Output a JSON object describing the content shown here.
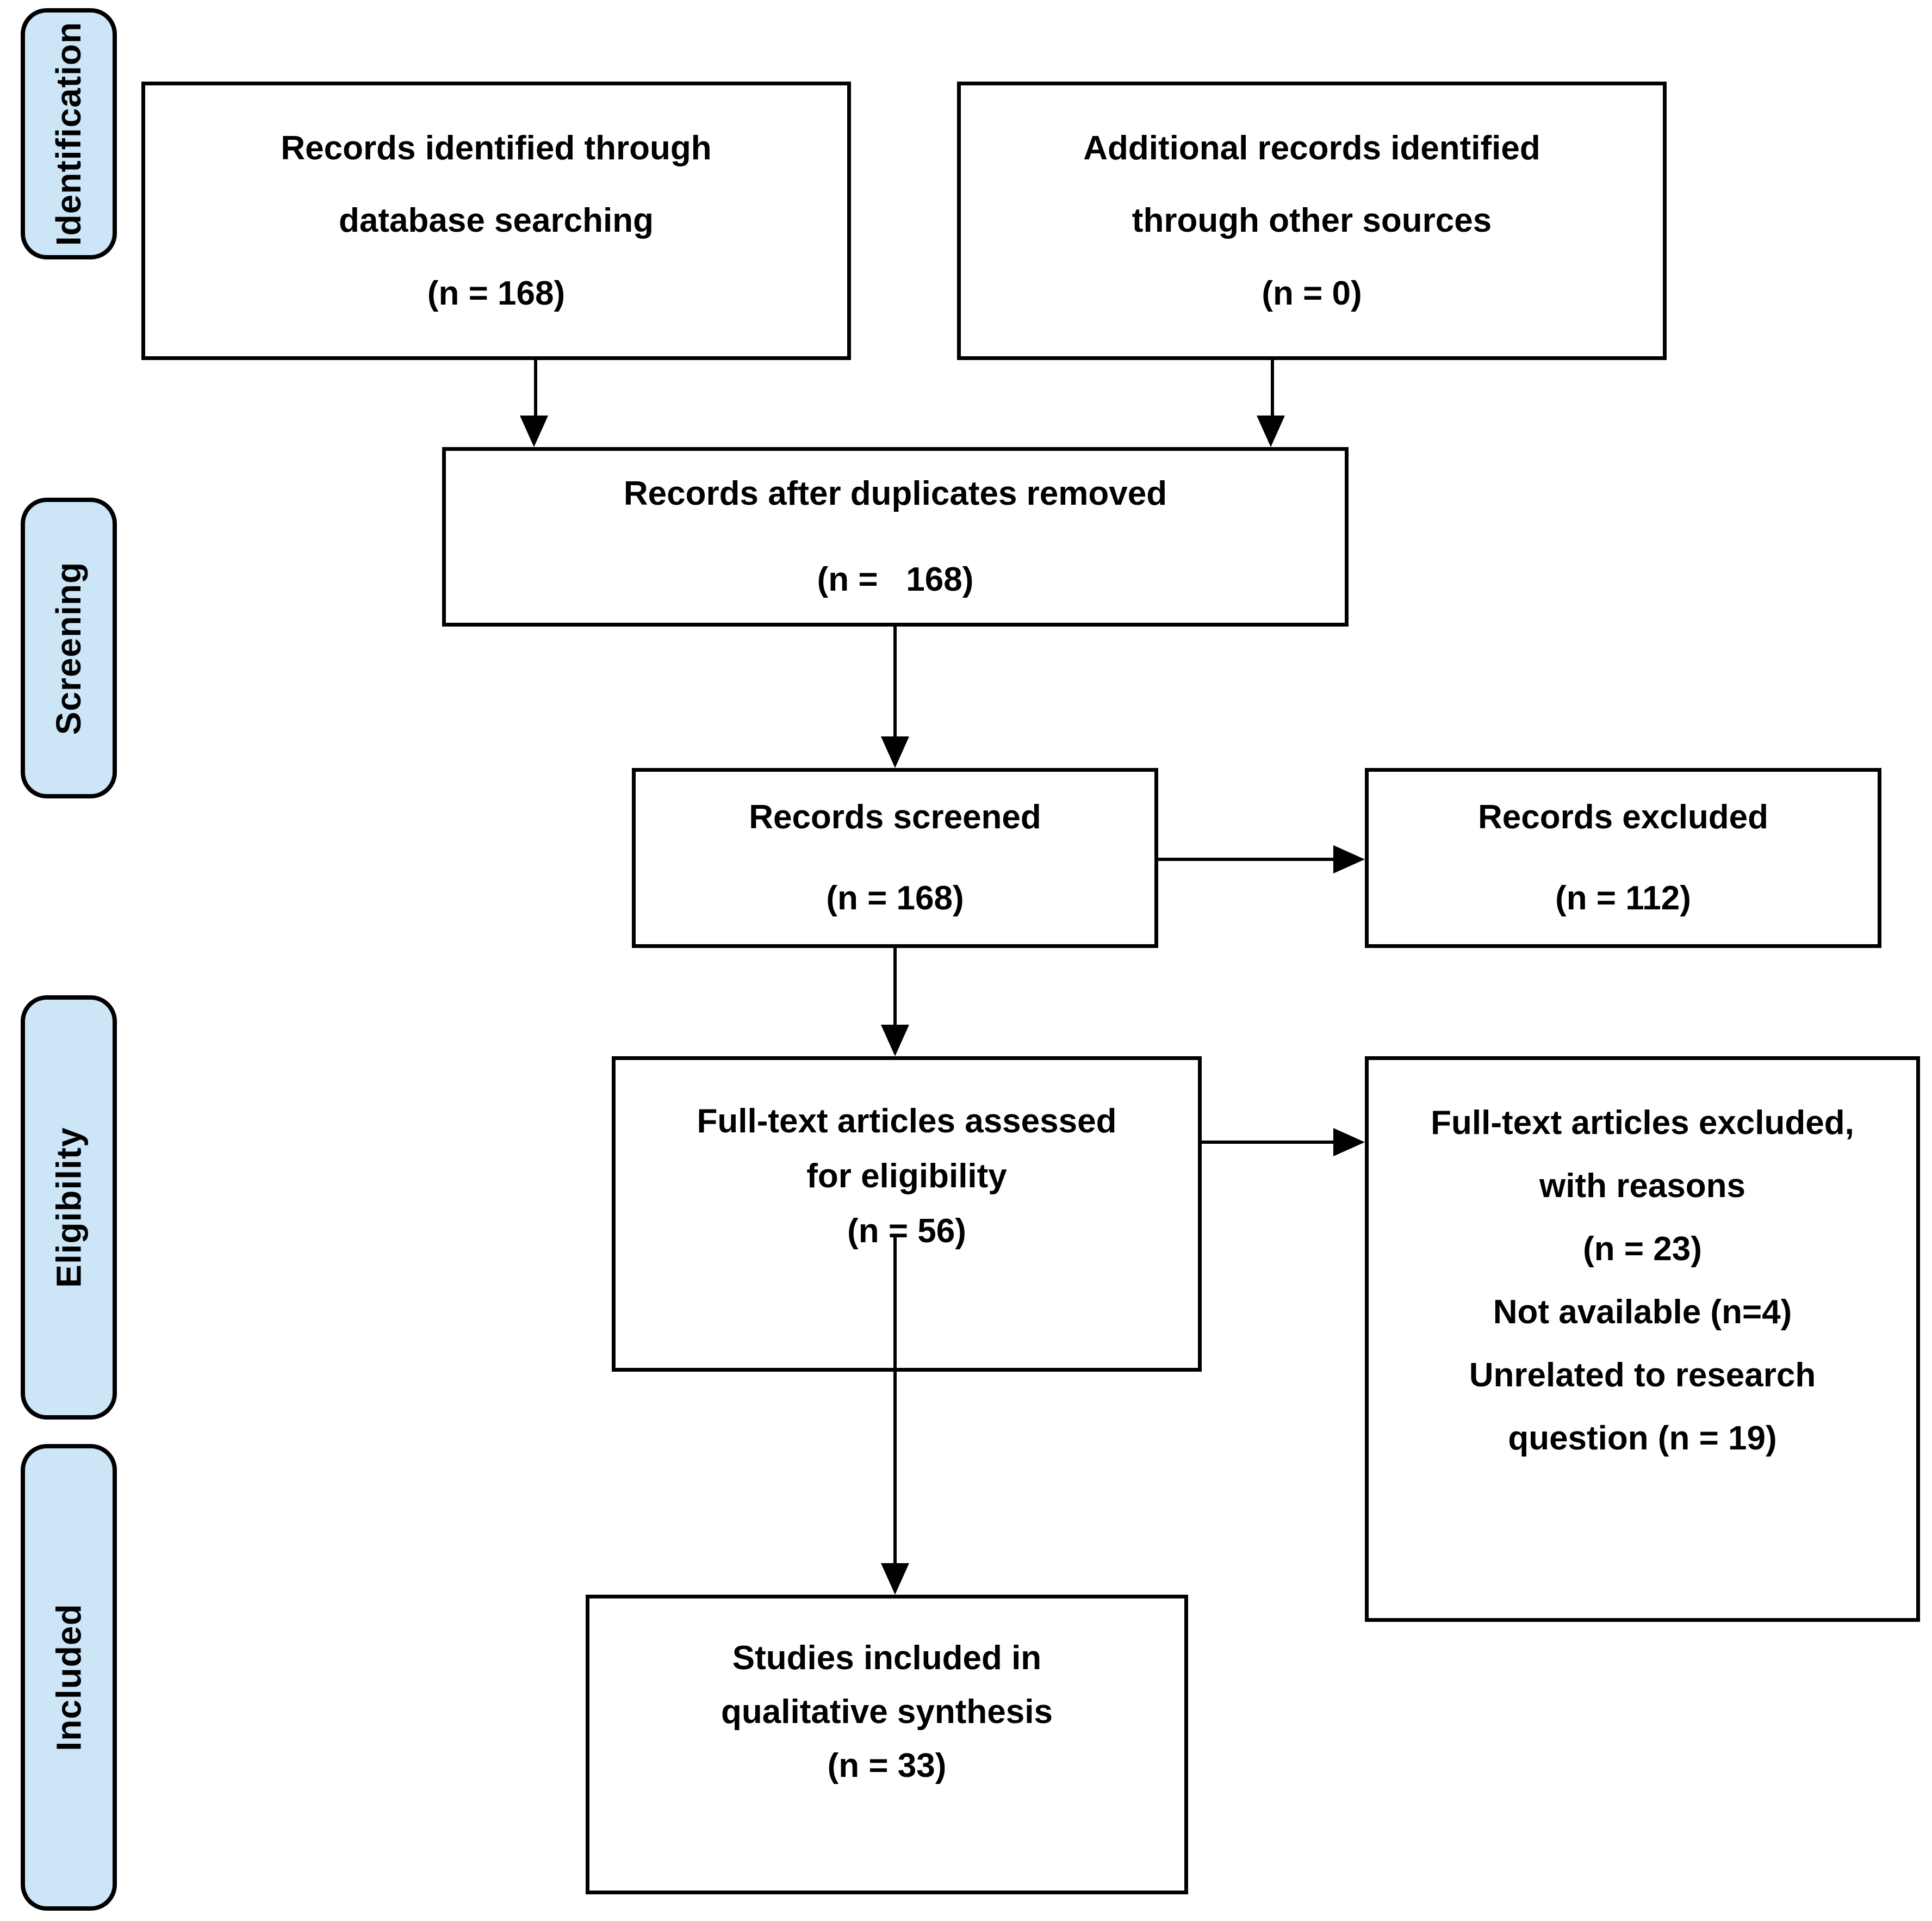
{
  "diagram": {
    "title": "PRISMA flow diagram",
    "colors": {
      "stage_fill": "#cce6f7",
      "line_color": "#000000",
      "background": "#ffffff"
    },
    "stages": {
      "identification": {
        "label": "Identification"
      },
      "screening": {
        "label": "Screening"
      },
      "eligibility": {
        "label": "Eligibility"
      },
      "included": {
        "label": "Included"
      }
    },
    "boxes": {
      "db_search": {
        "lines": [
          "Records identified through",
          "database searching",
          "(n = 168)"
        ]
      },
      "other_sources": {
        "lines": [
          "Additional records identified",
          "through other sources",
          "(n = 0)"
        ]
      },
      "duplicates_removed": {
        "lines": [
          "Records after duplicates removed",
          "(n =   168)"
        ]
      },
      "records_screened": {
        "lines": [
          "Records screened",
          "(n = 168)"
        ]
      },
      "records_excluded": {
        "lines": [
          "Records excluded",
          "(n = 112)"
        ]
      },
      "fulltext_assessed": {
        "lines": [
          "Full-text articles assessed",
          "for eligibility",
          "(n = 56)"
        ]
      },
      "fulltext_excluded": {
        "lines": [
          "Full-text articles excluded,",
          "with reasons",
          "(n = 23)",
          "Not available (n=4)",
          "Unrelated to research",
          "question (n = 19)"
        ]
      },
      "qualitative_synthesis": {
        "lines": [
          "Studies included in",
          "qualitative synthesis",
          "(n = 33)"
        ]
      }
    }
  }
}
